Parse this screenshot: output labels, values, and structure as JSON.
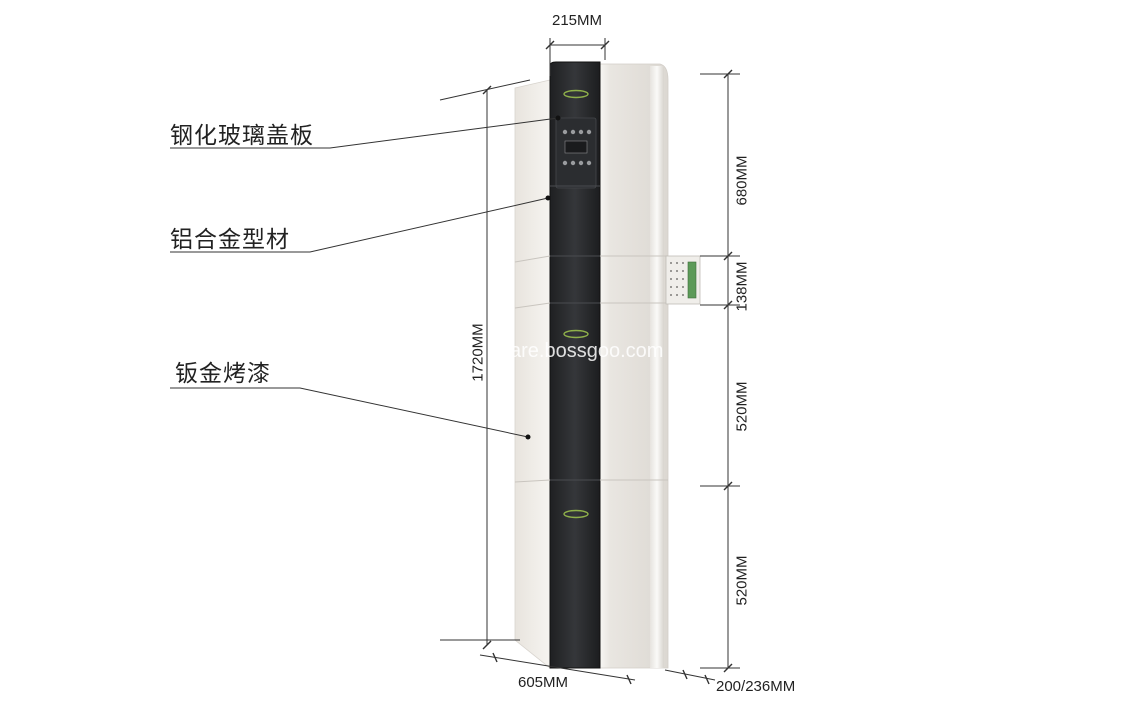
{
  "callouts": {
    "glass_cover": "钢化玻璃盖板",
    "aluminum_profile": "铝合金型材",
    "sheet_metal_paint": "钣金烤漆"
  },
  "dimensions": {
    "top_width": "215MM",
    "total_height": "1720MM",
    "section_1": "680MM",
    "section_2": "138MM",
    "section_3": "520MM",
    "section_4": "520MM",
    "bottom_width": "605MM",
    "depth": "200/236MM"
  },
  "watermark": "are.bossgoo.com",
  "colors": {
    "panel_dark": "#2c2d2f",
    "body_light": "#eeeae4",
    "dim_line": "#333333"
  }
}
